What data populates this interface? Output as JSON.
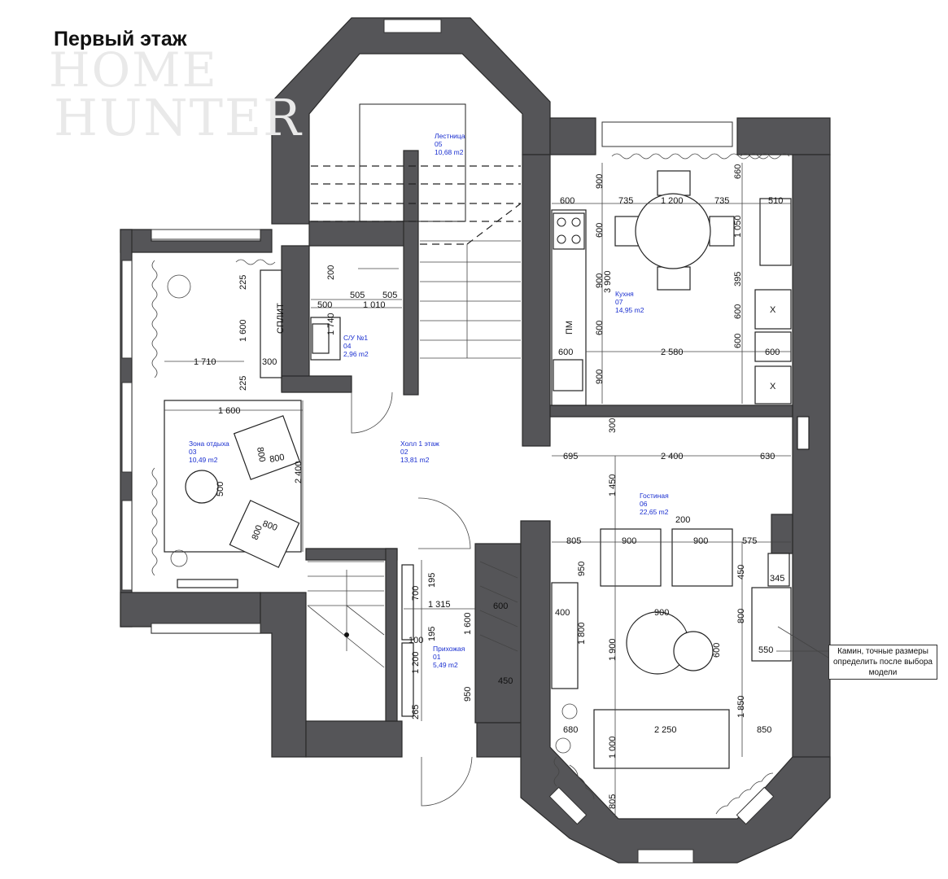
{
  "title": "Первый этаж",
  "watermark": {
    "line1": "HOME",
    "line2": "HUNTER"
  },
  "rooms": [
    {
      "id": "stairs",
      "name": "Лестница",
      "number": "05",
      "area": "10,68 m2"
    },
    {
      "id": "kitchen",
      "name": "Кухня",
      "number": "07",
      "area": "14,95 m2"
    },
    {
      "id": "wc",
      "name": "С/У №1",
      "number": "04",
      "area": "2,96 m2"
    },
    {
      "id": "rest",
      "name": "Зона отдыха",
      "number": "03",
      "area": "10,49 m2"
    },
    {
      "id": "hall",
      "name": "Холл 1 этаж",
      "number": "02",
      "area": "13,81 m2"
    },
    {
      "id": "living",
      "name": "Гостиная",
      "number": "06",
      "area": "22,65 m2"
    },
    {
      "id": "entry",
      "name": "Прихожая",
      "number": "01",
      "area": "5,49 m2"
    }
  ],
  "labels": {
    "split": "СПЛИТ",
    "pm": "ПМ",
    "x": "X"
  },
  "note": "Камин, точные размеры определить после выбора модели",
  "dimensions": [
    "600",
    "735",
    "1 200",
    "735",
    "510",
    "900",
    "660",
    "600",
    "1 050",
    "900",
    "3 900",
    "395",
    "600",
    "600",
    "600",
    "2 580",
    "600",
    "900",
    "600",
    "300",
    "695",
    "2 400",
    "630",
    "1 450",
    "200",
    "805",
    "900",
    "900",
    "575",
    "950",
    "450",
    "345",
    "900",
    "400",
    "800",
    "600",
    "550",
    "1 800",
    "1 900",
    "1 850",
    "850",
    "680",
    "2 250",
    "1 000",
    "805",
    "200",
    "505",
    "505",
    "500",
    "1 010",
    "1 740",
    "225",
    "1 600",
    "1 710",
    "300",
    "225",
    "1 600",
    "800",
    "800",
    "500",
    "800",
    "800",
    "2 400",
    "195",
    "700",
    "1 315",
    "600",
    "1 600",
    "100",
    "195",
    "1 200",
    "950",
    "450",
    "265"
  ],
  "colors": {
    "wall": "#555558",
    "room_label": "#1a2fd0",
    "line": "#222222"
  }
}
